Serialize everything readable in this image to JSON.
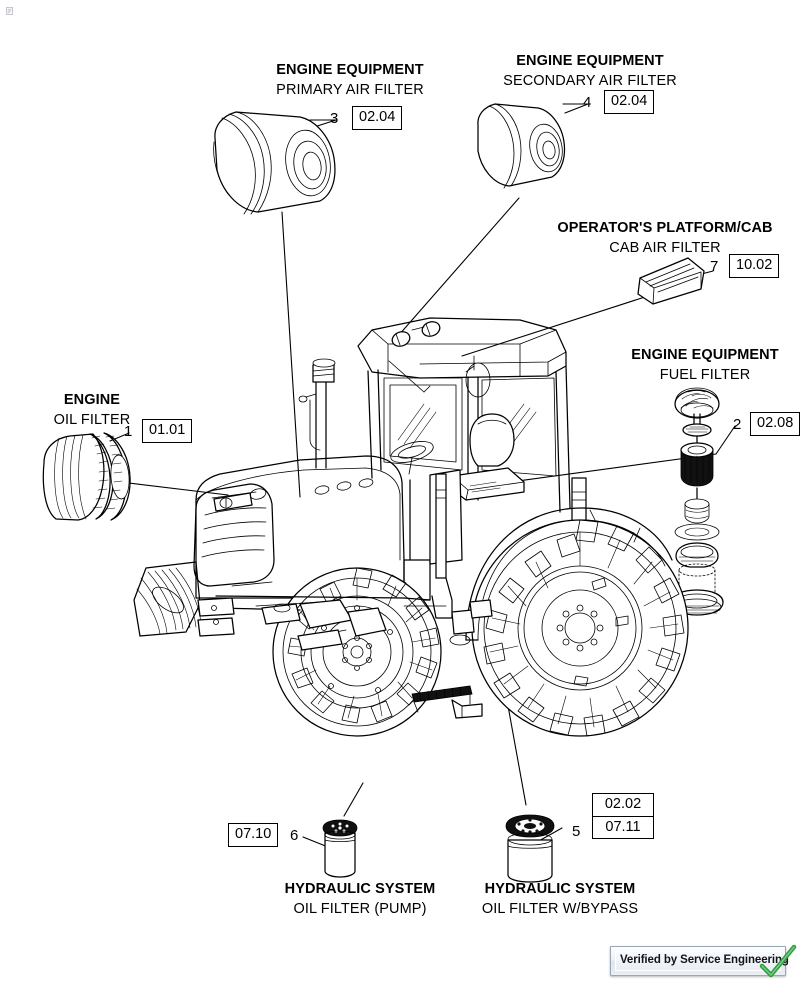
{
  "page": {
    "title": "Tractor Filters Overview",
    "background": "#ffffff",
    "line_color": "#000000"
  },
  "callouts": [
    {
      "id": "engine-oil-filter",
      "number": "1",
      "codes": [
        "01.01"
      ],
      "heading": "ENGINE",
      "subheading": "OIL FILTER"
    },
    {
      "id": "fuel-filter",
      "number": "2",
      "codes": [
        "02.08"
      ],
      "heading": "ENGINE EQUIPMENT",
      "subheading": "FUEL FILTER"
    },
    {
      "id": "primary-air-filter",
      "number": "3",
      "codes": [
        "02.04"
      ],
      "heading": "ENGINE EQUIPMENT",
      "subheading": "PRIMARY AIR FILTER"
    },
    {
      "id": "secondary-air-filter",
      "number": "4",
      "codes": [
        "02.04"
      ],
      "heading": "ENGINE EQUIPMENT",
      "subheading": "SECONDARY AIR FILTER"
    },
    {
      "id": "hydraulic-oil-filter-bypass",
      "number": "5",
      "codes": [
        "02.02",
        "07.11"
      ],
      "heading": "HYDRAULIC SYSTEM",
      "subheading": "OIL FILTER W/BYPASS"
    },
    {
      "id": "hydraulic-oil-filter-pump",
      "number": "6",
      "codes": [
        "07.10"
      ],
      "heading": "HYDRAULIC SYSTEM",
      "subheading": "OIL FILTER (PUMP)"
    },
    {
      "id": "cab-air-filter",
      "number": "7",
      "codes": [
        "10.02"
      ],
      "heading": "OPERATOR'S PLATFORM/CAB",
      "subheading": "CAB AIR FILTER"
    }
  ],
  "stamp": {
    "text": "Verified by Service Engineering",
    "check_color": "#2f9e3f",
    "plate_border": "#9aa7b4"
  }
}
